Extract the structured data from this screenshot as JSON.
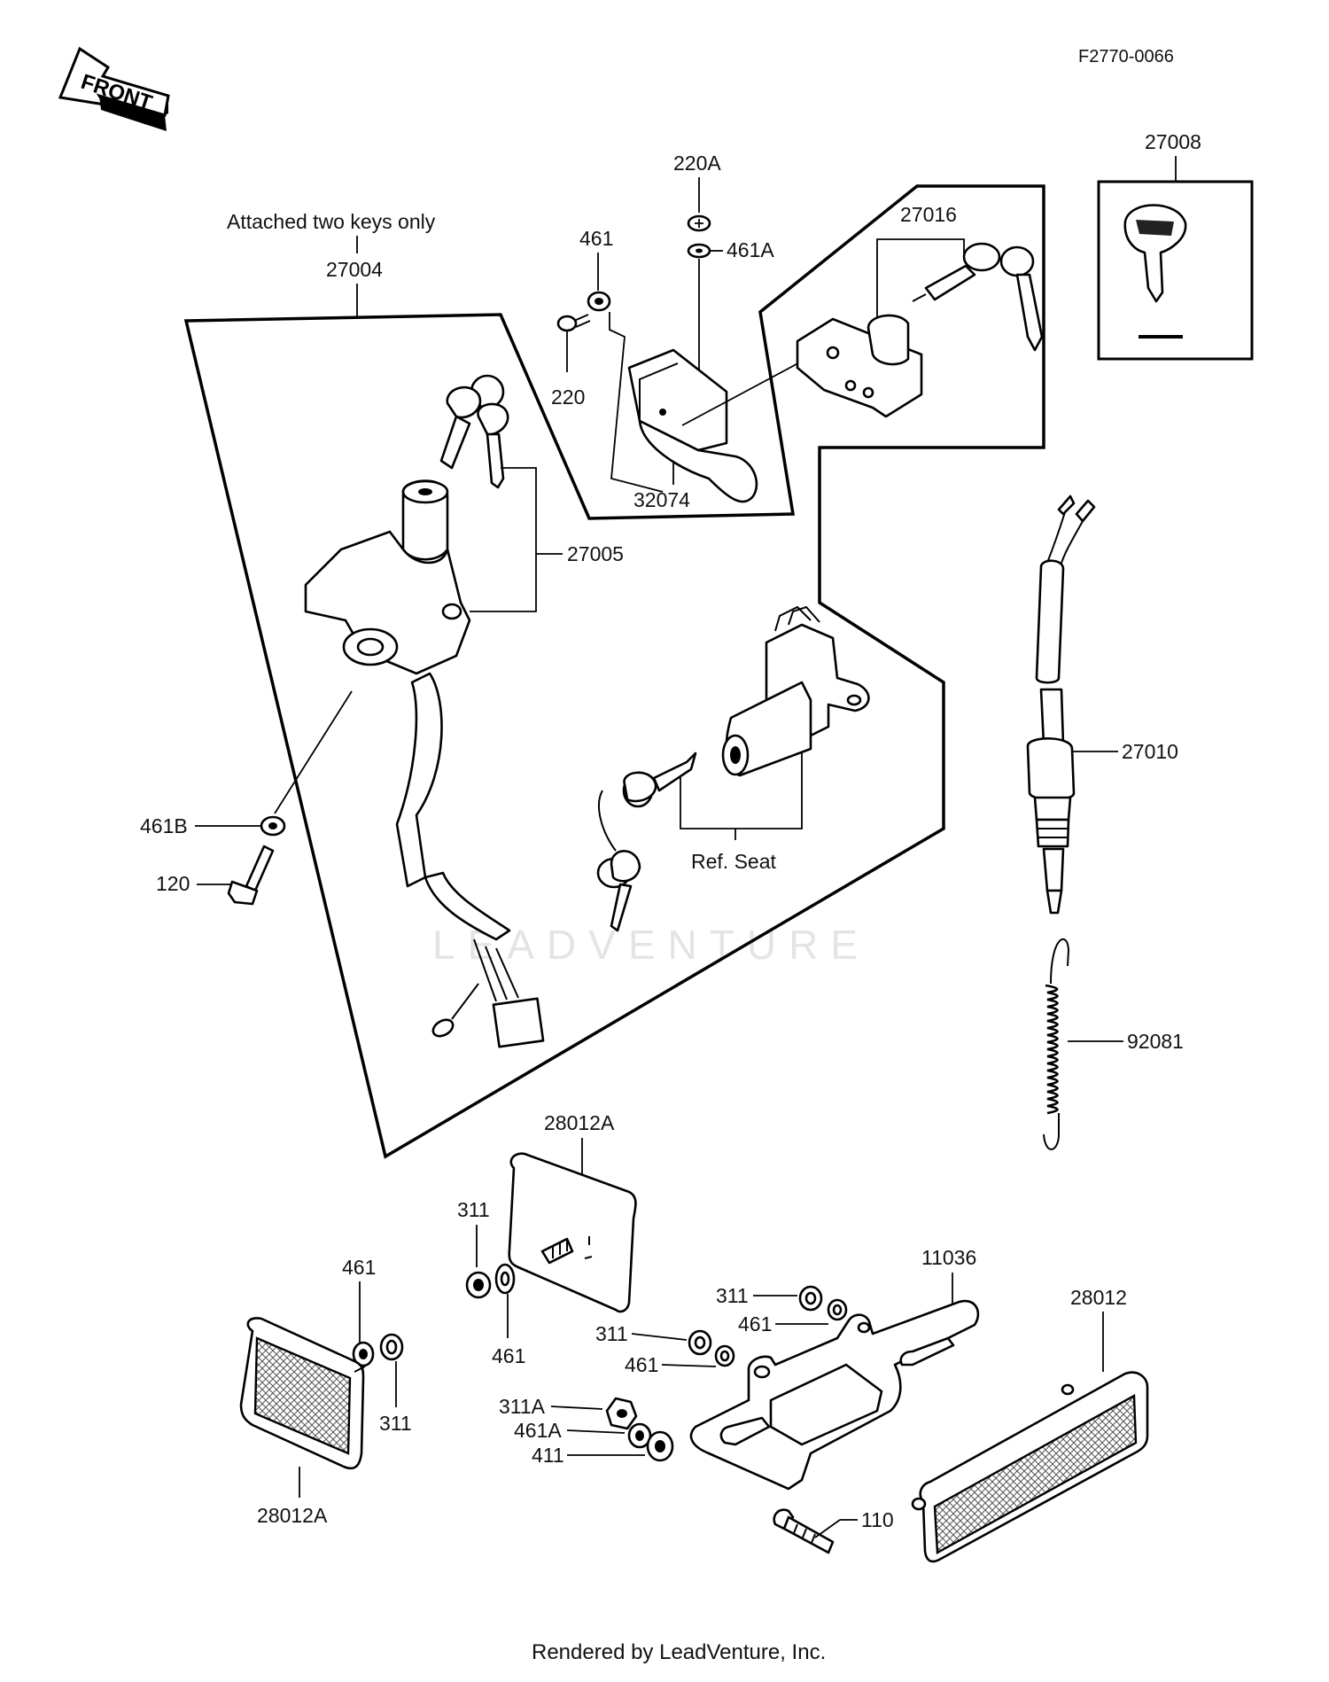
{
  "diagram_code": "F2770-0066",
  "front_arrow_label": "FRONT",
  "note": "Attached two keys only",
  "ref_label": "Ref. Seat",
  "watermark": "LEADVENTURE",
  "footer": "Rendered by LeadVenture, Inc.",
  "labels": {
    "p27008": "27008",
    "p220A": "220A",
    "p27016": "27016",
    "p461_top": "461",
    "p461A_top": "461A",
    "p27004": "27004",
    "p220": "220",
    "p32074": "32074",
    "p27005": "27005",
    "p27010": "27010",
    "p461B": "461B",
    "p120": "120",
    "p92081": "92081",
    "p28012A_top": "28012A",
    "p311_a": "311",
    "p461_a": "461",
    "p461_b": "461",
    "p311_b": "311",
    "p11036": "11036",
    "p311_c": "311",
    "p461_c": "461",
    "p311_d": "311",
    "p461_d": "461",
    "p28012": "28012",
    "p311A": "311A",
    "p461A_bot": "461A",
    "p411": "411",
    "p28012A_bot": "28012A",
    "p110": "110"
  }
}
